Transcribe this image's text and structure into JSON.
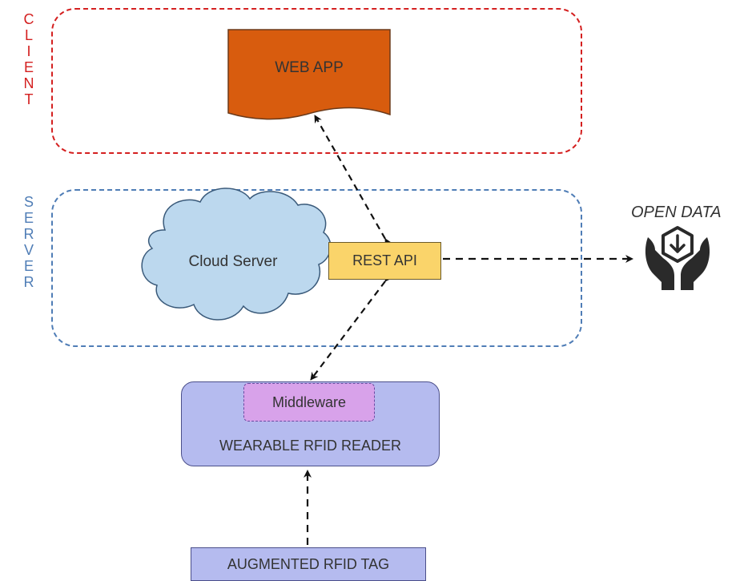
{
  "zones": {
    "client_label": [
      "C",
      "L",
      "I",
      "E",
      "N",
      "T"
    ],
    "server_label": [
      "S",
      "E",
      "R",
      "V",
      "E",
      "R"
    ]
  },
  "nodes": {
    "web_app": "WEB APP",
    "cloud_server": "Cloud Server",
    "rest_api": "REST API",
    "middleware": "Middleware",
    "wearable_reader": "WEARABLE RFID READER",
    "rfid_tag": "AUGMENTED RFID TAG",
    "open_data": "OPEN DATA"
  },
  "connections": [
    {
      "from": "web_app",
      "to": "rest_api",
      "style": "dashed",
      "direction": "both"
    },
    {
      "from": "rest_api",
      "to": "middleware",
      "style": "dashed",
      "direction": "both"
    },
    {
      "from": "rest_api",
      "to": "open_data",
      "style": "dashed",
      "direction": "forward"
    },
    {
      "from": "rfid_tag",
      "to": "wearable_reader",
      "style": "dashed",
      "direction": "forward"
    }
  ],
  "colors": {
    "client_zone": "#d42020",
    "server_zone": "#4f7db6",
    "web_app_fill": "#d85c0e",
    "cloud_fill": "#bcd8ee",
    "rest_api_fill": "#fad46a",
    "reader_fill": "#b5bbef",
    "middleware_fill": "#d8a2ea",
    "icon": "#2a2a2a"
  },
  "icons": {
    "open_data": "hands-holding-box-icon"
  }
}
